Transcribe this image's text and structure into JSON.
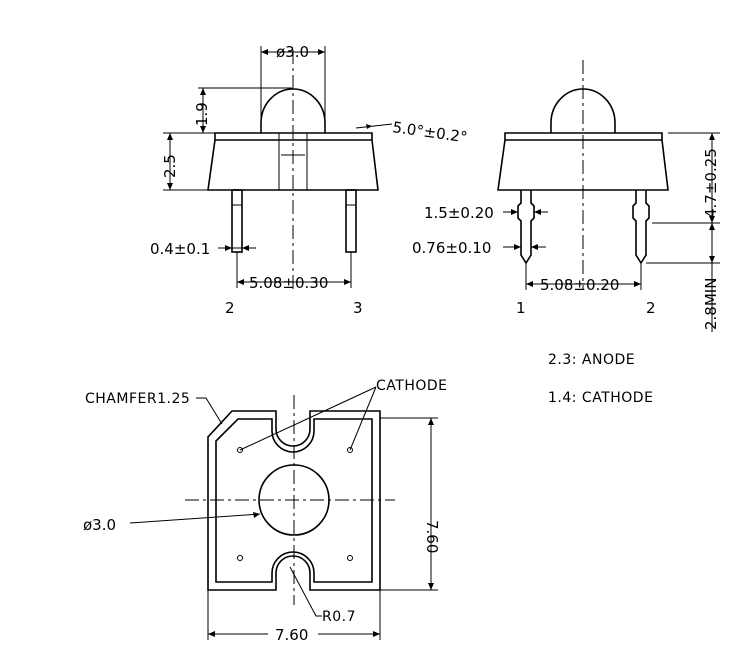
{
  "colors": {
    "ink": "#000000",
    "background": "#ffffff"
  },
  "front_view": {
    "lens_diameter": "ø3.0",
    "lens_height": "1.9",
    "body_height": "2.5",
    "draft_angle": "5.0°±0.2°",
    "lead_width": "0.4±0.1",
    "lead_pitch": "5.08±0.30",
    "pin_left": "2",
    "pin_right": "3"
  },
  "side_view": {
    "lead_shoulder": "1.5±0.20",
    "lead_tip": "0.76±0.10",
    "lead_pitch": "5.08±0.20",
    "overall_height": "4.7±0.25",
    "lead_min_length": "2.8MIN",
    "pin_left": "1",
    "pin_right": "2"
  },
  "pin_legend": {
    "anode": "2.3:  ANODE",
    "cathode": "1.4:  CATHODE"
  },
  "top_view": {
    "chamfer": "CHAMFER1.25",
    "cathode": "CATHODE",
    "lens_diameter": "ø3.0",
    "notch_radius": "R0.7",
    "height": "7.60",
    "width": "7.60"
  }
}
